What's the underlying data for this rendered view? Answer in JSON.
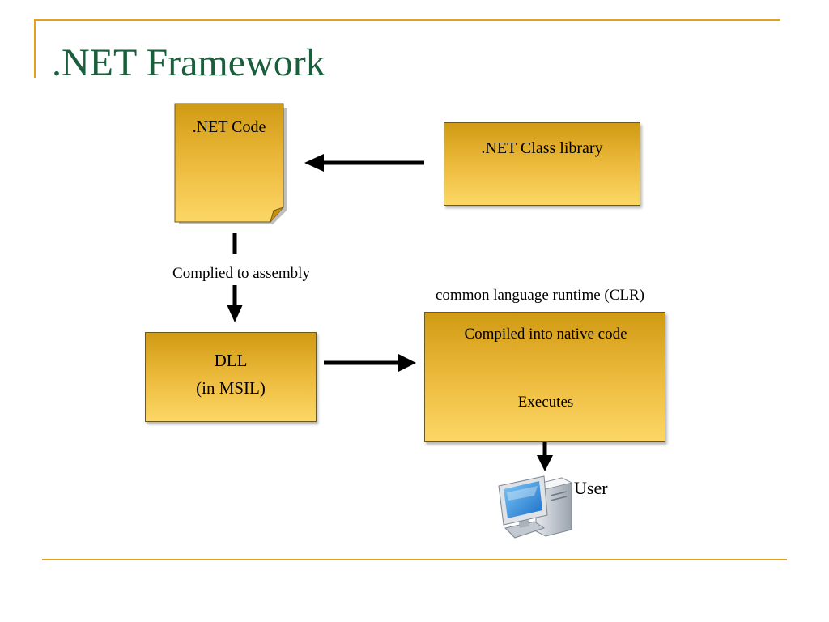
{
  "slide": {
    "title": ".NET Framework"
  },
  "diagram": {
    "net_code": ".NET Code",
    "class_library": ".NET Class library",
    "compile_label": "Complied to assembly",
    "dll_line1": "DLL",
    "dll_line2": "(in MSIL)",
    "clr_label": "common language runtime (CLR)",
    "clr_compile": "Compiled into native code",
    "clr_execute": "Executes",
    "user_label": "User"
  },
  "colors": {
    "accent_line": "#e4a11b",
    "title": "#1b5e3b",
    "box_fill_top": "#d09a13",
    "box_fill_bottom": "#fcd766"
  },
  "icons": [
    "computer-icon"
  ]
}
